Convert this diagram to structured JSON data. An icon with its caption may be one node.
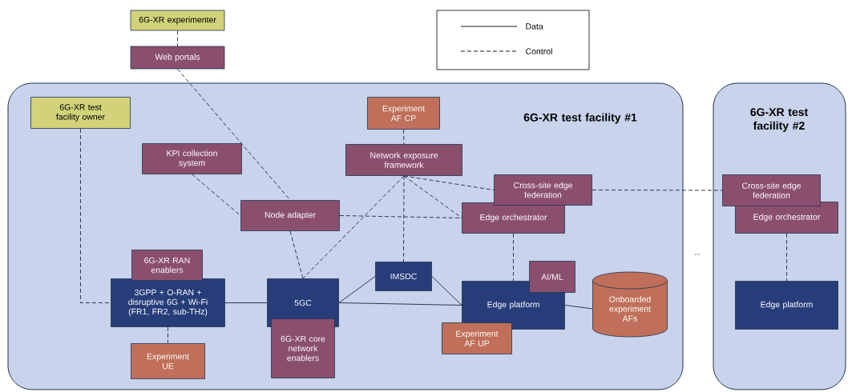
{
  "diagram": {
    "nodes": [
      {
        "text": [
          "6G-XR test facility #1"
        ]
      },
      {
        "text": [
          "6G-XR test facility #2"
        ]
      },
      {
        "text": [
          "6G-XR experimenter"
        ]
      },
      {
        "text": [
          "Web portals"
        ]
      },
      {
        "text": [
          "6G-XR test facility owner"
        ],
        "in": 0
      },
      {
        "text": [
          "KPI collection system"
        ],
        "in": 0
      },
      {
        "text": [
          "Experiment AF CP"
        ],
        "in": 0
      },
      {
        "text": [
          "Network exposure framework"
        ],
        "in": 0
      },
      {
        "text": [
          "Node adapter"
        ],
        "in": 0
      },
      {
        "text": [
          "Cross-site edge federation"
        ],
        "in": 0
      },
      {
        "text": [
          "Edge orchestrator"
        ],
        "in": 0
      },
      {
        "text": [
          "6G-XR RAN enablers"
        ],
        "in": 0
      },
      {
        "text": [
          "3GPP + O-RAN + disruptive 6G + Wi-Fi (FR1, FR2, sub-THz)"
        ],
        "in": 0
      },
      {
        "text": [
          "5GC"
        ],
        "in": 0
      },
      {
        "text": [
          "IMSDC"
        ],
        "in": 0
      },
      {
        "text": [
          "AI/ML"
        ],
        "in": 0
      },
      {
        "text": [
          "Edge platform"
        ],
        "in": 0
      },
      {
        "text": [
          "Onboarded experiment AFs"
        ],
        "in": 0
      },
      {
        "text": [
          "6G-XR core network enablers"
        ],
        "in": 0
      },
      {
        "text": [
          "Experiment UE"
        ],
        "in": 0
      },
      {
        "text": [
          "Experiment AF UP"
        ],
        "in": 0
      },
      {
        "text": [
          "Cross-site edge federation"
        ],
        "in": 1
      },
      {
        "text": [
          "Edge orchestrator"
        ],
        "in": 1
      },
      {
        "text": [
          "Edge platform"
        ],
        "in": 1
      }
    ],
    "edges": [
      {
        "from": 2,
        "to": 3,
        "arrow": "none",
        "style": "dashed"
      },
      {
        "from": 3,
        "to": 8,
        "arrow": "none",
        "style": "dashed"
      },
      {
        "from": 4,
        "to": 12,
        "arrow": "none",
        "style": "dashed"
      },
      {
        "from": 5,
        "to": 8,
        "arrow": "none",
        "style": "dashed"
      },
      {
        "from": 6,
        "to": 7,
        "arrow": "none",
        "style": "dashed"
      },
      {
        "from": 7,
        "to": 13,
        "arrow": "none",
        "style": "dashed"
      },
      {
        "from": 7,
        "to": 14,
        "arrow": "none",
        "style": "dashed"
      },
      {
        "from": 7,
        "to": 10,
        "arrow": "none",
        "style": "dashed"
      },
      {
        "from": 7,
        "to": 9,
        "arrow": "none",
        "style": "dashed"
      },
      {
        "from": 8,
        "to": 10,
        "arrow": "none",
        "style": "dashed"
      },
      {
        "from": 8,
        "to": 13,
        "arrow": "none",
        "style": "dashed"
      },
      {
        "from": 10,
        "to": 16,
        "arrow": "none",
        "style": "dashed"
      },
      {
        "from": 12,
        "to": 19,
        "arrow": "none",
        "style": "dashed"
      },
      {
        "from": 12,
        "to": 13,
        "arrow": "none"
      },
      {
        "from": 13,
        "to": 14,
        "arrow": "none"
      },
      {
        "from": 13,
        "to": 16,
        "arrow": "none"
      },
      {
        "from": 14,
        "to": 16,
        "arrow": "none"
      },
      {
        "from": 16,
        "to": 17,
        "arrow": "none"
      },
      {
        "from": 9,
        "to": 21,
        "arrow": "none",
        "style": "dashed"
      },
      {
        "from": 22,
        "to": 23,
        "arrow": "none",
        "style": "dashed"
      }
    ],
    "labels": [
      "..."
    ],
    "legend": [
      {
        "text": "Data"
      },
      {
        "text": "Control"
      }
    ]
  }
}
